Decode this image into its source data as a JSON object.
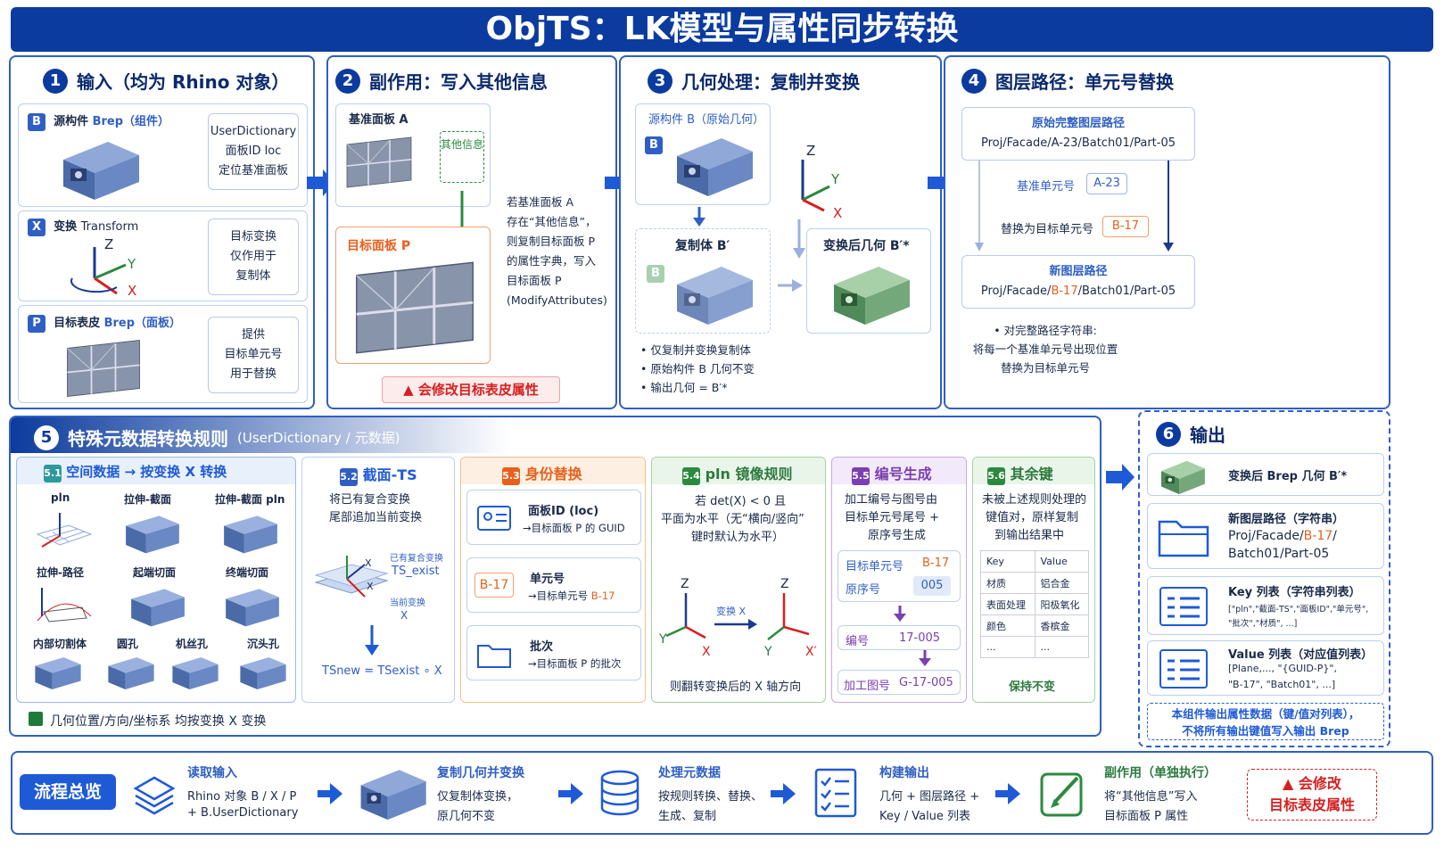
{
  "title": "ObjTS：LK模型与属性同步转换",
  "p1": {
    "num": "1",
    "title": "输入（均为 Rhino 对象）",
    "b": {
      "tag": "B",
      "name": "源构件",
      "type": "Brep（组件）",
      "note1": "UserDictionary",
      "note2": "面板ID loc",
      "note3": "定位基准面板"
    },
    "x": {
      "tag": "X",
      "name": "变换",
      "type": "Transform",
      "note1": "目标变换",
      "note2": "仅作用于",
      "note3": "复制体",
      "z": "Z",
      "y": "Y",
      "xx": "X"
    },
    "p": {
      "tag": "P",
      "name": "目标表皮",
      "type": "Brep（面板）",
      "note1": "提供",
      "note2": "目标单元号",
      "note3": "用于替换"
    }
  },
  "p2": {
    "num": "2",
    "title": "副作用：写入其他信息",
    "a": "基准面板 A",
    "p": "目标面板 P",
    "stamp": "其他信息",
    "desc": [
      "若基准面板 A",
      "存在“其他信息”，",
      "则复制目标面板 P",
      "的属性字典，写入",
      "目标面板 P",
      "(ModifyAttributes)"
    ],
    "warn": "会修改目标表皮属性"
  },
  "p3": {
    "num": "3",
    "title": "几何处理：复制并变换",
    "src": "源构件 B（原始几何）",
    "copy": "复制体 B′",
    "after": "变换后几何 B′*",
    "tagB": "B",
    "z": "Z",
    "y": "Y",
    "x": "X",
    "bullets": [
      "仅复制并变换复制体",
      "原始构件 B 几何不变",
      "输出几何 = B′*"
    ]
  },
  "p4": {
    "num": "4",
    "title": "图层路径：单元号替换",
    "orig_title": "原始完整图层路径",
    "orig": "Proj/Facade/A-23/Batch01/Part-05",
    "base_lbl": "基准单元号",
    "base": "A-23",
    "rep_lbl": "替换为目标单元号",
    "rep": "B-17",
    "new_title": "新图层路径",
    "new_a": "Proj/Facade/",
    "new_b": "B-17",
    "new_c": "/Batch01/Part-05",
    "note": [
      "• 对完整路径字符串:",
      "将每一个基准单元号出现位置",
      "替换为目标单元号"
    ]
  },
  "p5": {
    "num": "5",
    "title": "特殊元数据转换规则",
    "title2": "(UserDictionary / 元数据)",
    "s1": {
      "n": "5.1",
      "t": "空间数据 → 按变换 X 转换",
      "items": [
        "pln",
        "拉伸-截面",
        "拉伸-截面 pln",
        "拉伸-路径",
        "起端切面",
        "终端切面",
        "内部切割体",
        "圆孔",
        "机丝孔",
        "沉头孔"
      ]
    },
    "s2": {
      "n": "5.2",
      "t": "截面-TS",
      "d1": "将已有复合变换",
      "d2": "尾部追加当前变换",
      "l1": "已有复合变换",
      "l2": "TS_exist",
      "l3": "当前变换",
      "l4": "X",
      "f": "TSnew = TSexist ∘ X",
      "xa": "X",
      "xb": "X"
    },
    "s3": {
      "n": "5.3",
      "t": "身份替换",
      "r1a": "面板ID (loc)",
      "r1b": "→目标面板 P 的 GUID",
      "r2a": "单元号",
      "r2b": "→目标单元号 ",
      "r2c": "B-17",
      "r2tag": "B-17",
      "r3a": "批次",
      "r3b": "→目标面板 P 的批次"
    },
    "s4": {
      "n": "5.4",
      "t": "pln 镜像规则",
      "d1": "若 det(X) < 0 且",
      "d2": "平面为水平（无“横向/竖向”",
      "d3": "键时默认为水平）",
      "mid": "变换 X",
      "foot": "则翻转变换后的 X 轴方向",
      "z": "Z",
      "y": "Y",
      "x": "X",
      "x2": "X′"
    },
    "s5": {
      "n": "5.5",
      "t": "编号生成",
      "d1": "加工编号与图号由",
      "d2": "目标单元号尾号 +",
      "d3": "原序号生成",
      "a_l": "目标单元号",
      "a_v": "B-17",
      "b_l": "原序号",
      "b_v": "005",
      "c_l": "编号",
      "c_v": "17-005",
      "d_l": "加工图号",
      "d_v": "G-17-005"
    },
    "s6": {
      "n": "5.6",
      "t": "其余键",
      "d1": "未被上述规则处理的",
      "d2": "键值对，原样复制",
      "d3": "到输出结果中",
      "h": [
        "Key",
        "Value"
      ],
      "rows": [
        [
          "材质",
          "铝合金"
        ],
        [
          "表面处理",
          "阳极氧化"
        ],
        [
          "颜色",
          "香槟金"
        ],
        [
          "...",
          "..."
        ]
      ],
      "foot": "保持不变"
    },
    "legend": "几何位置/方向/坐标系  均按变换 X 变换"
  },
  "p6": {
    "num": "6",
    "title": "输出",
    "o1": "变换后 Brep 几何  B′*",
    "o2a": "新图层路径（字符串）",
    "o2b": "Proj/Facade/",
    "o2c": "B-17",
    "o2d": "/",
    "o2e": "Batch01/Part-05",
    "o3a": "Key 列表（字符串列表）",
    "o3b": "[\"pln\",\"截面-TS\",\"面板ID\",\"单元号\",",
    "o3c": "\"批次\",\"材质\", ...]",
    "o4a": "Value 列表（对应值列表）",
    "o4b": "[Plane,...,  \"{GUID-P}\",",
    "o4c": "\"B-17\",  \"Batch01\", ...]",
    "foot1": "本组件输出属性数据（键/值对列表），",
    "foot2": "不将所有输出键值写入输出 Brep"
  },
  "flow": {
    "label": "流程总览",
    "s1t": "读取输入",
    "s1a": "Rhino 对象 B / X / P",
    "s1b": "+ B.UserDictionary",
    "s2t": "复制几何并变换",
    "s2a": "仅复制体变换，",
    "s2b": "原几何不变",
    "s3t": "处理元数据",
    "s3a": "按规则转换、替换、",
    "s3b": "生成、复制",
    "s4t": "构建输出",
    "s4a": "几何 + 图层路径 +",
    "s4b": "Key / Value 列表",
    "s5t": "副作用（单独执行）",
    "s5a": "将“其他信息”写入",
    "s5b": "目标面板 P 属性",
    "warn1": "会修改",
    "warn2": "目标表皮属性"
  }
}
